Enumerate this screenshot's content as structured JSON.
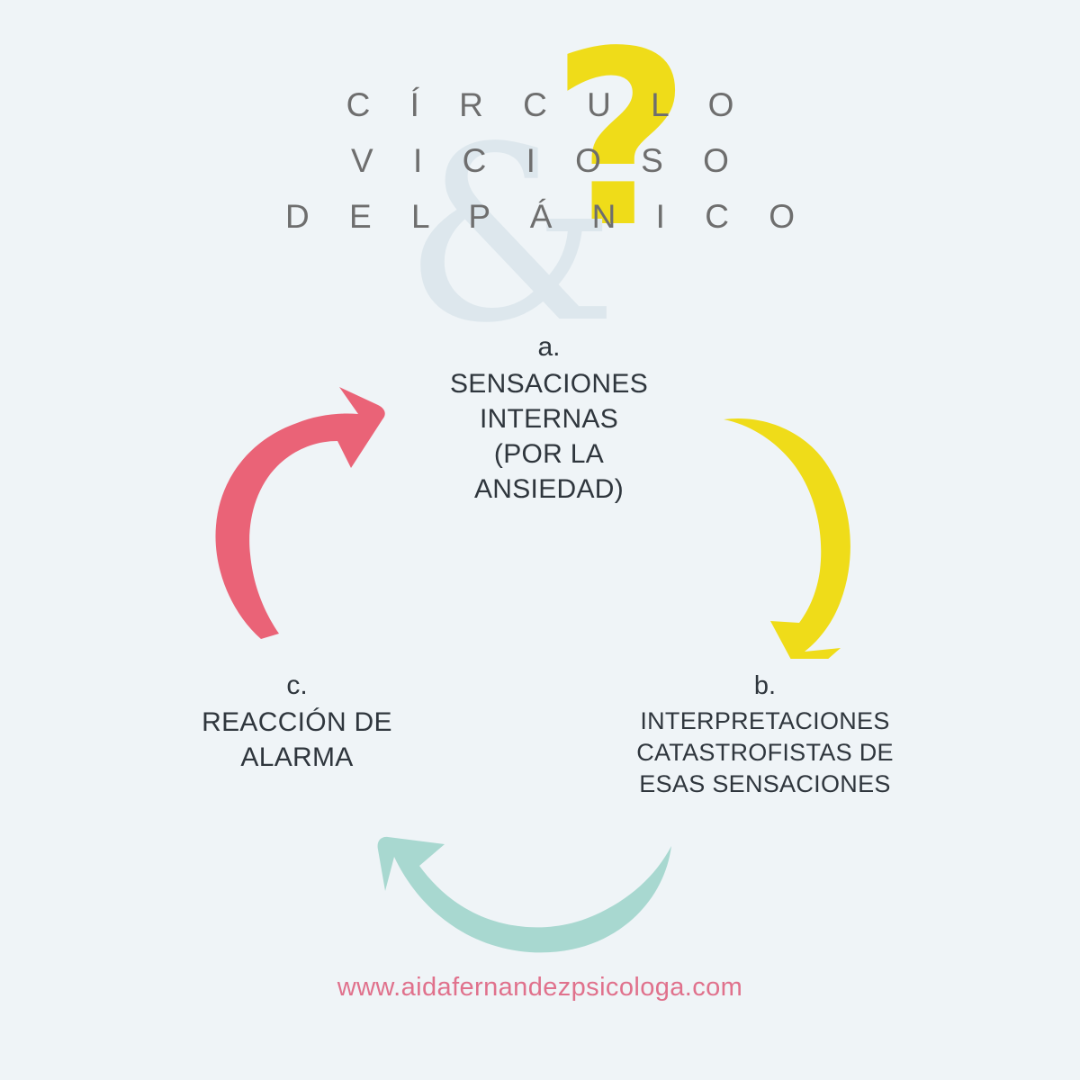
{
  "background_color": "#eff4f7",
  "title": {
    "lines": [
      "C Í R C U L O",
      "V I C I O S O",
      "D E L   P Á N I C O"
    ],
    "color": "#6e6e6e"
  },
  "decorations": {
    "question_mark": "?",
    "question_mark_color": "#efdc19",
    "ampersand": "&",
    "ampersand_color": "#dde7ed"
  },
  "cycle": {
    "nodes": [
      {
        "key": "a",
        "letter": "a.",
        "lines": [
          "SENSACIONES",
          "INTERNAS",
          "(POR LA",
          "ANSIEDAD)"
        ],
        "color": "#2f363d"
      },
      {
        "key": "b",
        "letter": "b.",
        "lines": [
          "INTERPRETACIONES",
          "CATASTROFISTAS DE",
          "ESAS SENSACIONES"
        ],
        "color": "#2f363d"
      },
      {
        "key": "c",
        "letter": "c.",
        "lines": [
          "REACCIÓN DE",
          "ALARMA"
        ],
        "color": "#2f363d"
      }
    ],
    "arrows": [
      {
        "name": "arrow-c-to-a",
        "color": "#ea6377",
        "direction": "up-right"
      },
      {
        "name": "arrow-a-to-b",
        "color": "#efdc19",
        "direction": "down"
      },
      {
        "name": "arrow-b-to-c",
        "color": "#a8d8d0",
        "direction": "up-left"
      }
    ]
  },
  "footer": {
    "url": "www.aidafernandezpsicologa.com",
    "color": "#e0718c"
  }
}
